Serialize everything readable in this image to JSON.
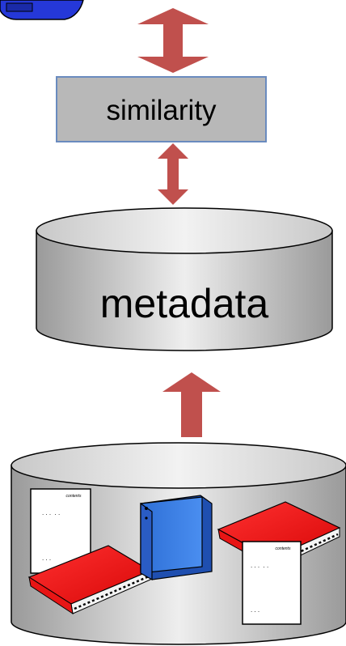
{
  "diagram": {
    "similarity_label": "similarity",
    "metadata_label": "metadata",
    "document_header": "contents",
    "colors": {
      "arrow": "#c0504d",
      "similarity_box_fill": "#b8b8b8",
      "similarity_box_border": "#6a8bbf",
      "cylinder_gray": "#b0b0b0",
      "book_red": "#ee1c1c",
      "binder_blue": "#3a7fe0",
      "user_blue": "#2538d8"
    },
    "icons": [
      "user-figure-icon",
      "book-icon",
      "binder-icon",
      "document-icon"
    ]
  }
}
